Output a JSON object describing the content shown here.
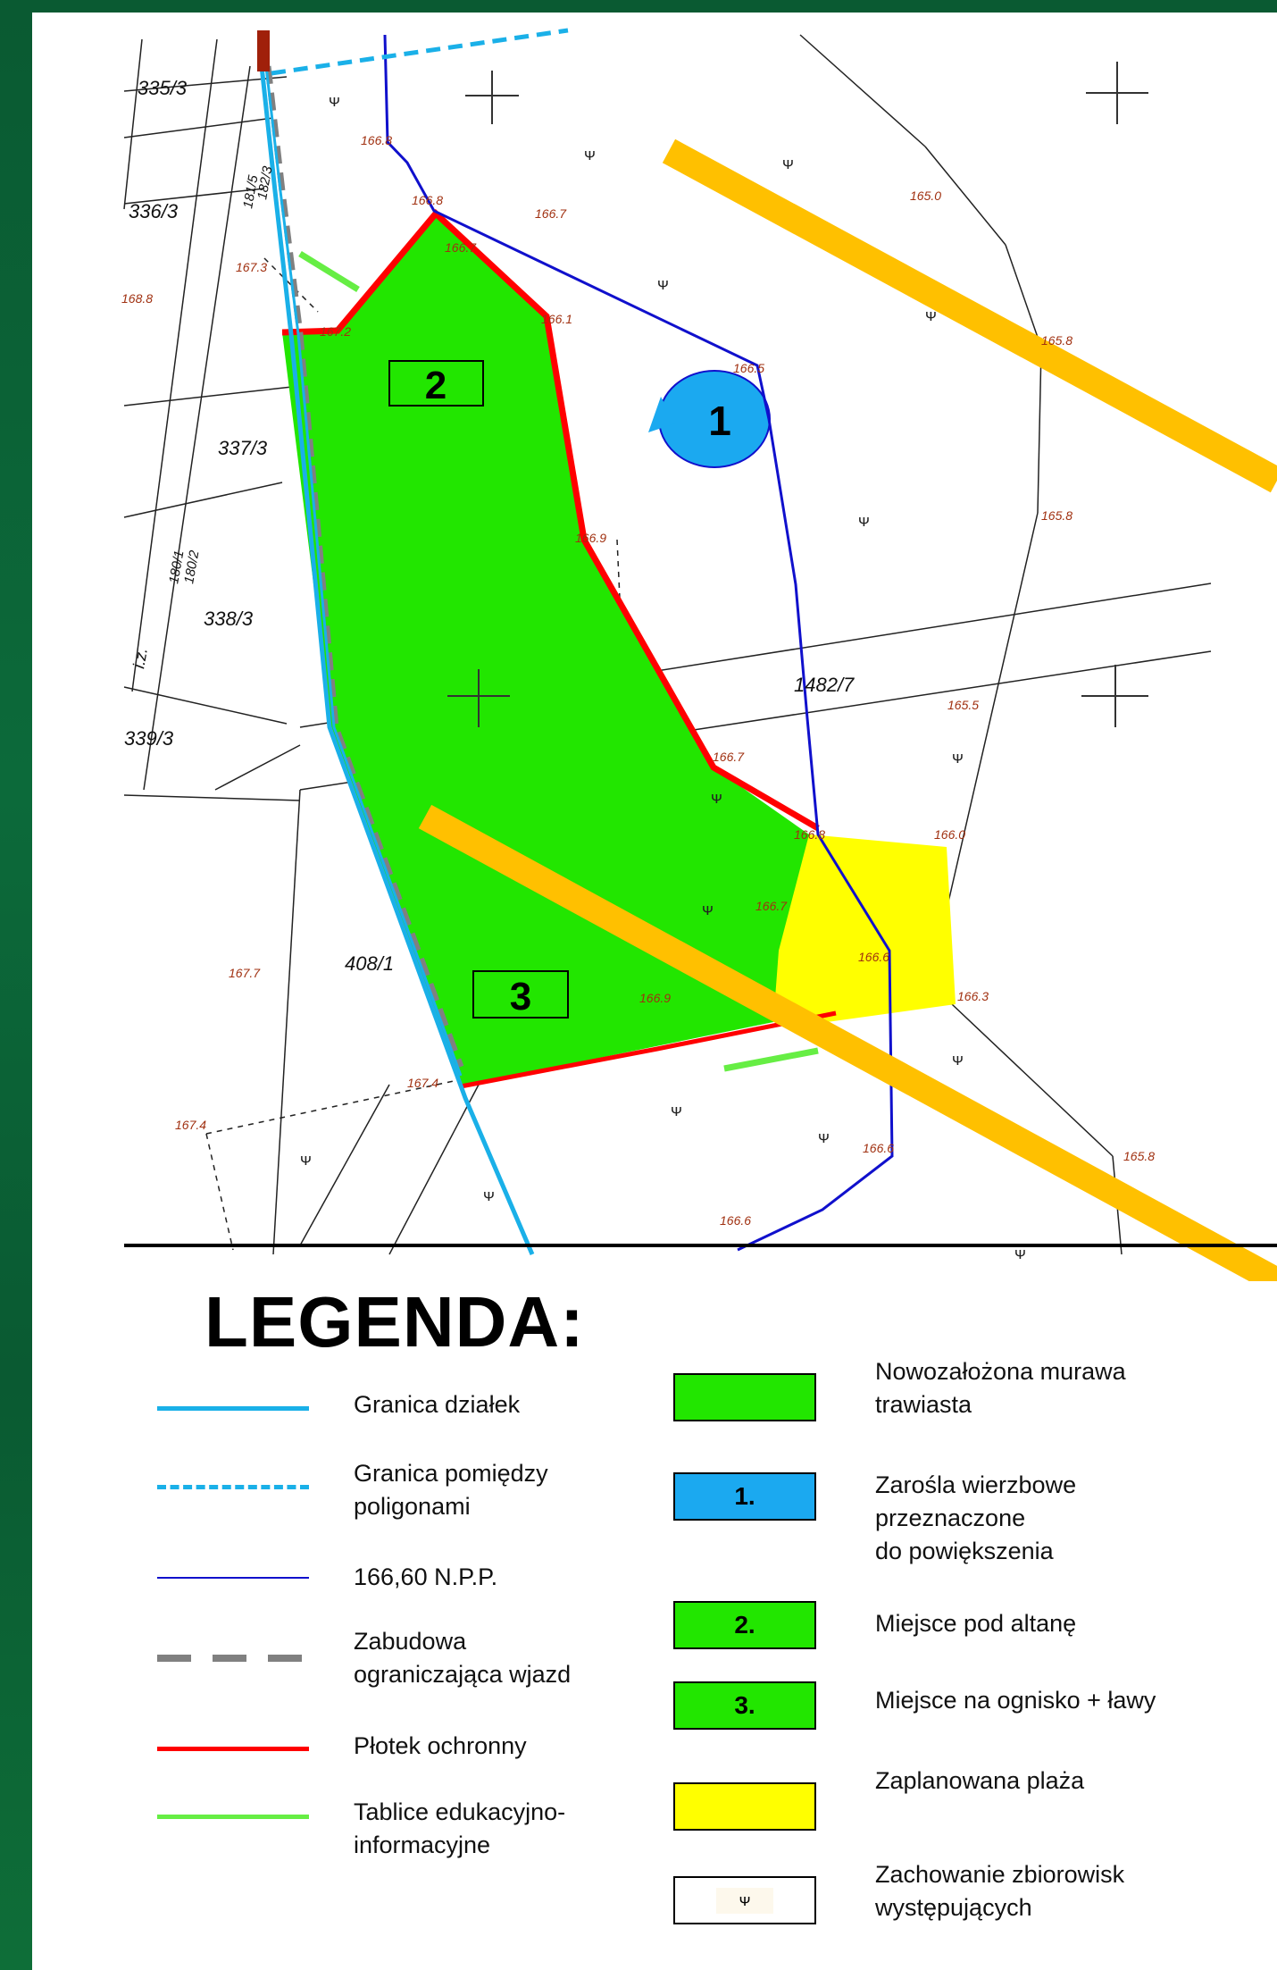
{
  "map": {
    "parcels": [
      "335/3",
      "336/3",
      "337/3",
      "338/3",
      "339/3",
      "1482/7",
      "408/1"
    ],
    "rotated_parcels": [
      "181/5",
      "182/3",
      "180/1",
      "180/2"
    ],
    "vertical_label": "i.z.",
    "elevations": {
      "e1": "166.8",
      "e2": "166.8",
      "e3": "166.7",
      "e4": "166.7",
      "e5": "167.3",
      "e6": "168.8",
      "e7": "167.2",
      "e8": "166.1",
      "e9": "166.5",
      "e10": "166.9",
      "e11": "166.7",
      "e12": "166.8",
      "e13": "166.0",
      "e14": "166.7",
      "e15": "166.6",
      "e16": "166.3",
      "e17": "166.9",
      "e18": "167.7",
      "e19": "167.4",
      "e20": "167.4",
      "e21": "166.6",
      "e22": "166.6",
      "e23": "165.0",
      "e24": "165.8",
      "e25": "165.8",
      "e26": "165.5",
      "e27": "165.8"
    },
    "zone_numbers": {
      "willow": "1",
      "gazebo": "2",
      "fireplace": "3"
    },
    "colors": {
      "lawn": "#22e600",
      "willow": "#1ba9f0",
      "beach": "#ffff00",
      "fence": "#ff0000",
      "parcel_border": "#1ab0e8",
      "npp_line": "#1010cc",
      "building_limit": "#808080",
      "boards": "#66ee44",
      "road": "#ffc000"
    }
  },
  "legend": {
    "title": "LEGENDA:",
    "lines": [
      {
        "label": "Granica działek",
        "color": "#1ab0e8",
        "style": "solid"
      },
      {
        "label": "Granica pomiędzy\npoligonami",
        "color": "#1ab0e8",
        "style": "dashed"
      },
      {
        "label": "166,60 N.P.P.",
        "color": "#1010cc",
        "style": "solid-thin"
      },
      {
        "label": "Zabudowa\nograniczająca wjazd",
        "color": "#808080",
        "style": "dashed-thick"
      },
      {
        "label": "Płotek ochronny",
        "color": "#ff0000",
        "style": "solid"
      },
      {
        "label": "Tablice edukacyjno-\ninformacyjne",
        "color": "#66ee44",
        "style": "solid"
      }
    ],
    "areas": [
      {
        "label": "Nowozałożona murawa\ntrawiasta",
        "color": "#22e600",
        "box_text": ""
      },
      {
        "label": "Zarośla wierzbowe\nprzeznaczone\ndo  powiększenia",
        "color": "#1ba9f0",
        "box_text": "1."
      },
      {
        "label": "Miejsce pod altanę",
        "color": "#22e600",
        "box_text": "2."
      },
      {
        "label": "Miejsce na ognisko + ławy",
        "color": "#22e600",
        "box_text": "3."
      },
      {
        "label": "Zaplanowana plaża",
        "color": "#ffff00",
        "box_text": ""
      },
      {
        "label": "Zachowanie zbiorowisk\nwystępujących",
        "color": "#ffffff",
        "box_text": ""
      }
    ],
    "grass_symbol": "ᴪ"
  }
}
